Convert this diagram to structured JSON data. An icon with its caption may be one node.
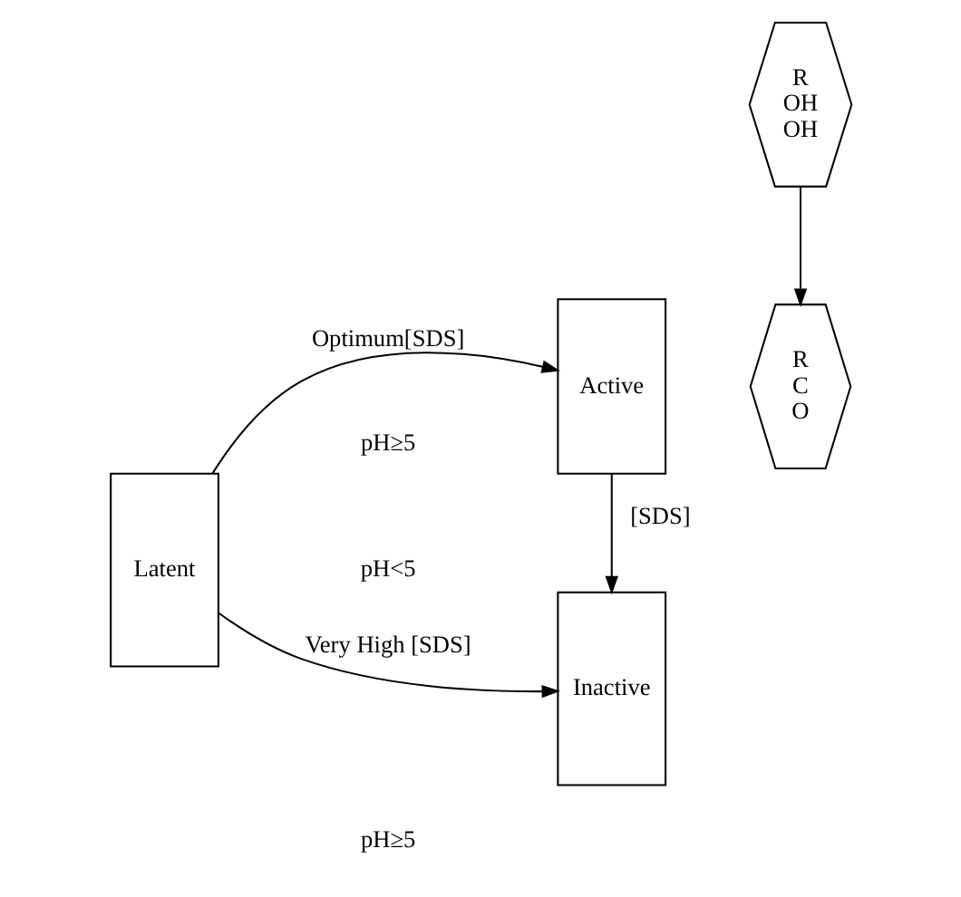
{
  "diagram": {
    "nodes": [
      {
        "text": [
          "R",
          "OH",
          "OH"
        ]
      },
      {
        "text": [
          "Active"
        ]
      },
      {
        "text": [
          "R",
          "C",
          "O"
        ]
      },
      {
        "text": [
          "Latent"
        ]
      },
      {
        "text": [
          "Inactive"
        ]
      }
    ],
    "edges": [
      {
        "from": 0,
        "to": 2,
        "arrow": "to"
      },
      {
        "from": 3,
        "to": 1,
        "arrow": "to",
        "label": "Optimum[SDS]"
      },
      {
        "from": 1,
        "to": 4,
        "arrow": "to",
        "label": "[SDS]"
      },
      {
        "from": 3,
        "to": 4,
        "arrow": "to",
        "label": "Very High [SDS]"
      }
    ],
    "labels": [
      "pH≥5",
      "pH<5",
      "pH≥5"
    ]
  }
}
